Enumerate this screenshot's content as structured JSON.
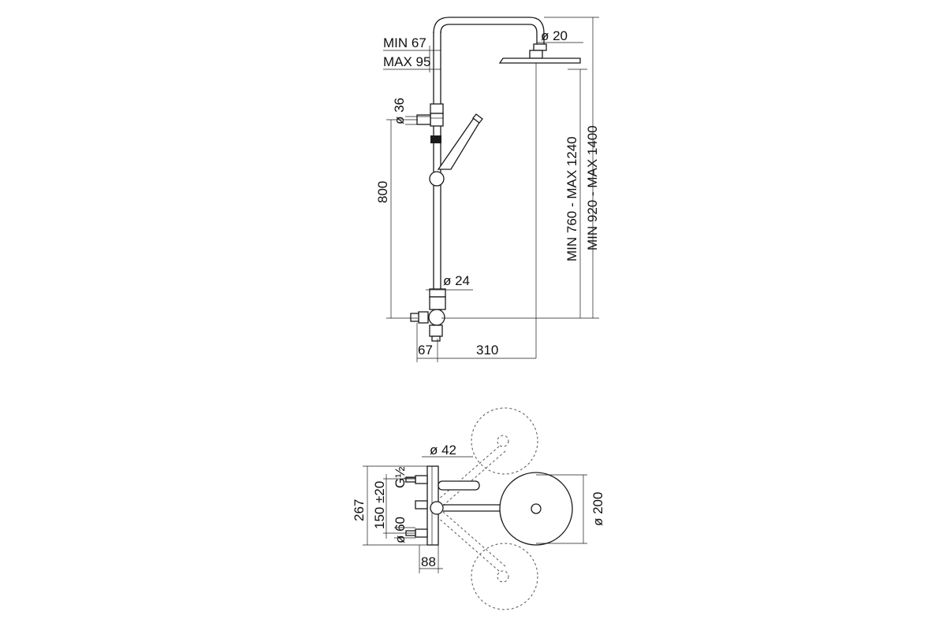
{
  "labels": {
    "min_arm": "MIN 67",
    "max_arm": "MAX 95",
    "dia_20": "ø 20",
    "dia_36": "ø 36",
    "height_800": "800",
    "range_head": "MIN 760 - MAX 1240",
    "range_total": "MIN 920 - MAX 1400",
    "dia_24": "ø 24",
    "offset_67": "67",
    "reach_310": "310",
    "dia_42": "ø 42",
    "thread": "G½",
    "spacing": "150 ±20",
    "depth_267": "267",
    "dia_60": "ø 60",
    "width_88": "88",
    "dia_200": "ø 200"
  }
}
